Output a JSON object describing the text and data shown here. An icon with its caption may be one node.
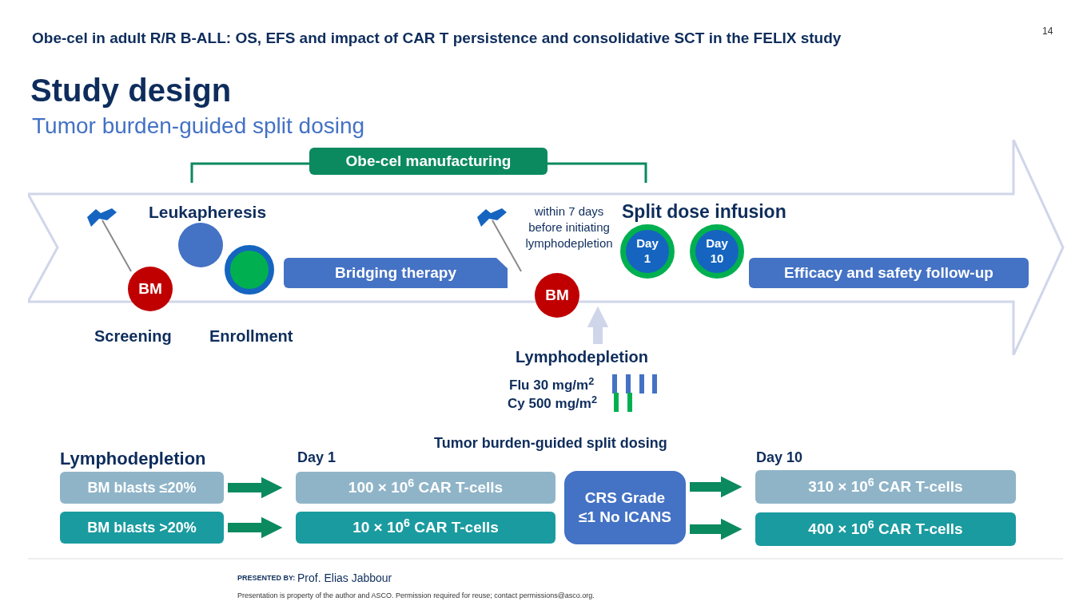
{
  "diagram": {
    "title": "Obe-cel in adult R/R B-ALL: OS, EFS and impact of CAR T persistence and consolidative SCT in the FELIX study",
    "nodes": [
      {
        "text": [
          "Obe-cel manufacturing"
        ]
      },
      {
        "text": [],
        "shape": "arrow"
      },
      {
        "text": [
          "BM"
        ],
        "in": 1
      },
      {
        "text": [],
        "shape": "circle",
        "in": 1
      },
      {
        "text": [],
        "shape": "circle",
        "in": 1
      },
      {
        "text": [
          "Bridging therapy"
        ],
        "in": 1
      },
      {
        "text": [
          "BM"
        ],
        "in": 1
      },
      {
        "text": [
          "Day 1"
        ],
        "in": 1
      },
      {
        "text": [
          "Day 10"
        ],
        "in": 1
      },
      {
        "text": [
          "Efficacy and safety follow-up"
        ],
        "in": 1
      },
      {
        "text": [
          "Lymphodepletion"
        ]
      },
      {
        "text": [
          "BM blasts ≤20%"
        ]
      },
      {
        "text": [
          "BM blasts >20%"
        ]
      },
      {
        "text": [
          "100 × 10$^{6}$ CAR T-cells"
        ],
        "beside": [
          "Day 1"
        ]
      },
      {
        "text": [
          "10 × 10$^{6}$ CAR T-cells"
        ]
      },
      {
        "text": [
          "CRS Grade ≤1 No ICANS"
        ]
      },
      {
        "text": [
          "310 × 10$^{6}$ CAR T-cells"
        ],
        "beside": [
          "Day 10"
        ]
      },
      {
        "text": [
          "400 × 10$^{6}$ CAR T-cells"
        ]
      }
    ],
    "edges": [
      {
        "from": 10,
        "to": 1,
        "arrow": "to",
        "color": "#d0d6ea"
      },
      {
        "from": 11,
        "to": 13,
        "arrow": "to"
      },
      {
        "from": 12,
        "to": 14,
        "arrow": "to"
      },
      {
        "from": 15,
        "to": 16,
        "arrow": "to"
      },
      {
        "from": 15,
        "to": 17,
        "arrow": "to"
      }
    ],
    "labels": [
      "14",
      "Study design",
      "Tumor burden-guided split dosing",
      "Leukapheresis",
      "within 7 days before initiating lymphodepletion",
      "Split dose infusion",
      "Screening",
      "Enrollment",
      "Flu 30 mg/m$^{2}$",
      "Cy 500 mg/m$^{2}$",
      "Lymphodepletion",
      "Tumor burden-guided split dosing",
      "PRESENTED BY:",
      "Prof. Elias Jabbour",
      "Presentation is property of the author and ASCO. Permission required for reuse; contact permissions@asco.org."
    ]
  }
}
